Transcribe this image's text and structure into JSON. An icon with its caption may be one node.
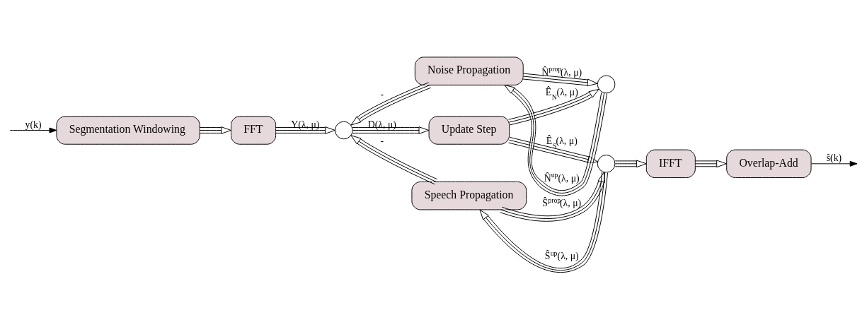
{
  "diagram": {
    "nodes": [
      {
        "text": [
          "Segmentation Windowing"
        ]
      },
      {
        "text": [
          "FFT"
        ]
      },
      {
        "text": [],
        "shape": "circle"
      },
      {
        "text": [
          "Update Step"
        ]
      },
      {
        "text": [
          "Noise Propagation"
        ]
      },
      {
        "text": [],
        "shape": "circle"
      },
      {
        "text": [],
        "shape": "circle"
      },
      {
        "text": [
          "IFFT"
        ]
      },
      {
        "text": [
          "Overlap-Add"
        ]
      },
      {
        "text": [
          "Speech Propagation"
        ]
      }
    ],
    "edges": [
      {
        "from": null,
        "to": 0,
        "arrow": "to",
        "label": "y(k)"
      },
      {
        "from": 0,
        "to": 1,
        "arrow": "to"
      },
      {
        "from": 1,
        "to": 2,
        "arrow": "to",
        "label": "Y(λ, μ)"
      },
      {
        "from": 2,
        "to": 3,
        "arrow": "to",
        "label": "D(λ, μ)"
      },
      {
        "from": 3,
        "to": 5,
        "arrow": "to",
        "label": "Ê$_{N}$(λ, μ)"
      },
      {
        "from": 3,
        "to": 6,
        "arrow": "to",
        "label": "Ê$_{S}$(λ, μ)"
      },
      {
        "from": 5,
        "to": 4,
        "arrow": "to",
        "label": "N̂$^{up}$(λ, μ)"
      },
      {
        "from": 4,
        "to": 5,
        "arrow": "to",
        "label": "N̂$^{prop}$(λ, μ)"
      },
      {
        "from": 4,
        "to": 2,
        "arrow": "to",
        "label": "-"
      },
      {
        "from": 6,
        "to": 9,
        "arrow": "to",
        "label": "Ŝ$^{up}$(λ, μ)"
      },
      {
        "from": 9,
        "to": 6,
        "arrow": "to",
        "label": "Ŝ$^{prop}$(λ, μ)"
      },
      {
        "from": 9,
        "to": 2,
        "arrow": "to",
        "label": "-"
      },
      {
        "from": 6,
        "to": 7,
        "arrow": "to"
      },
      {
        "from": 7,
        "to": 8,
        "arrow": "to"
      },
      {
        "from": 8,
        "to": null,
        "arrow": "to",
        "label": "ŝ(k)"
      }
    ]
  }
}
